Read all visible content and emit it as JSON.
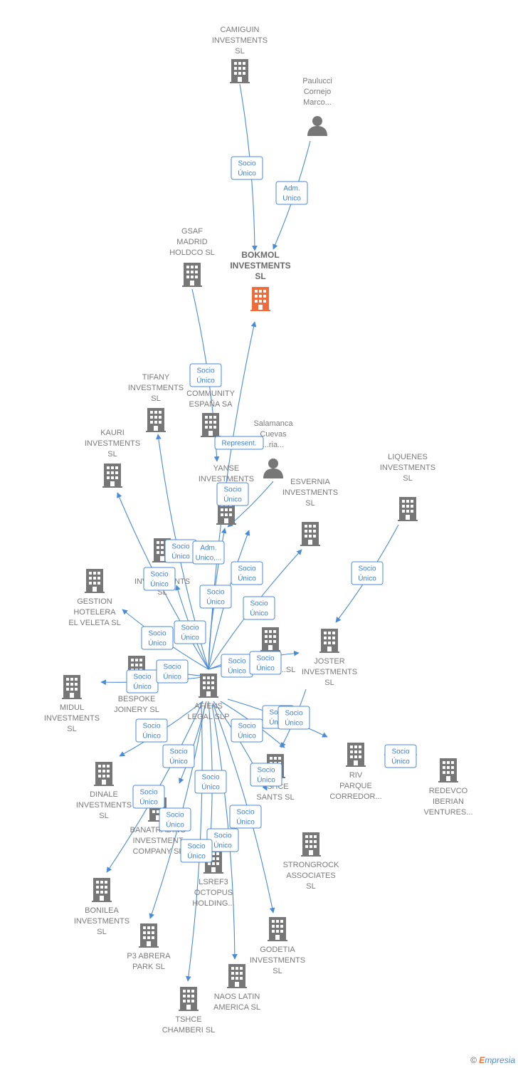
{
  "colors": {
    "edge": "#4a8ad8",
    "building": "#777777",
    "focus": "#f26b3a",
    "person": "#777777"
  },
  "nodes": [
    {
      "id": "camiguin",
      "type": "company",
      "label": [
        "CAMIGUIN",
        "INVESTMENTS",
        "SL"
      ]
    },
    {
      "id": "paulucci",
      "type": "person",
      "label": [
        "Paulucci",
        "Cornejo",
        "Marco..."
      ]
    },
    {
      "id": "gsaf",
      "type": "company",
      "label": [
        "GSAF",
        "MADRID",
        "HOLDCO  SL"
      ]
    },
    {
      "id": "bokmol",
      "type": "focus",
      "label": [
        "BOKMOL",
        "INVESTMENTS",
        "SL"
      ]
    },
    {
      "id": "tifany",
      "type": "company",
      "label": [
        "TIFANY",
        "INVESTMENTS",
        "SL"
      ]
    },
    {
      "id": "community",
      "type": "company",
      "label": [
        "...TE",
        "COMMUNITY",
        "ESPAÑA SA"
      ]
    },
    {
      "id": "salamanca",
      "type": "person",
      "label": [
        "Salamanca",
        "Cuevas",
        "...ria..."
      ]
    },
    {
      "id": "kauri",
      "type": "company",
      "label": [
        "KAURI",
        "INVESTMENTS",
        "SL"
      ]
    },
    {
      "id": "yanse",
      "type": "company",
      "label": [
        "YANSE",
        "INVESTMENTS"
      ]
    },
    {
      "id": "liquenes",
      "type": "company",
      "label": [
        "LIQUENES",
        "INVESTMENTS",
        "SL"
      ]
    },
    {
      "id": "esvernia",
      "type": "company",
      "label": [
        "ESVERNIA",
        "INVESTMENTS",
        "SL"
      ]
    },
    {
      "id": "yinvest",
      "type": "company",
      "label": [
        "...Y",
        "INVESTMENTS",
        "SL"
      ]
    },
    {
      "id": "gestion",
      "type": "company",
      "label": [
        "GESTION",
        "HOTELERA",
        "EL VELETA  SL"
      ]
    },
    {
      "id": "joster",
      "type": "company",
      "label": [
        "JOSTER",
        "INVESTMENTS",
        "SL"
      ]
    },
    {
      "id": "midsl",
      "type": "company",
      "label": [
        "...SL"
      ]
    },
    {
      "id": "maker",
      "type": "company",
      "label": [
        "MA...",
        "BESPOKE",
        "JOINERY  SL"
      ]
    },
    {
      "id": "midul",
      "type": "company",
      "label": [
        "MIDUL",
        "INVESTMENTS",
        "SL"
      ]
    },
    {
      "id": "afiens",
      "type": "company",
      "label": [
        "AFIENS",
        "LEGAL  SLP"
      ]
    },
    {
      "id": "riv",
      "type": "company",
      "label": [
        "RIV",
        "PARQUE",
        "CORREDOR..."
      ]
    },
    {
      "id": "redevco",
      "type": "company",
      "label": [
        "REDEVCO",
        "IBERIAN",
        "VENTURES..."
      ]
    },
    {
      "id": "dinale",
      "type": "company",
      "label": [
        "DINALE",
        "INVESTMENTS",
        "SL"
      ]
    },
    {
      "id": "tshcesants",
      "type": "company",
      "label": [
        "TSHCE",
        "SANTS  SL"
      ]
    },
    {
      "id": "banatrading",
      "type": "company",
      "label": [
        "BANATRADING",
        "INVESTMENT",
        "COMPANY  SL"
      ]
    },
    {
      "id": "strongrock",
      "type": "company",
      "label": [
        "STRONGROCK",
        "ASSOCIATES",
        "SL"
      ]
    },
    {
      "id": "lsref3",
      "type": "company",
      "label": [
        "LSREF3",
        "OCTOPUS",
        "HOLDING..."
      ]
    },
    {
      "id": "bonilea",
      "type": "company",
      "label": [
        "BONILEA",
        "INVESTMENTS",
        "SL"
      ]
    },
    {
      "id": "p3abrera",
      "type": "company",
      "label": [
        "P3 ABRERA",
        "PARK  SL"
      ]
    },
    {
      "id": "godetia",
      "type": "company",
      "label": [
        "GODETIA",
        "INVESTMENTS",
        "SL"
      ]
    },
    {
      "id": "naos",
      "type": "company",
      "label": [
        "NAOS LATIN",
        "AMERICA  SL"
      ]
    },
    {
      "id": "tshcechamberi",
      "type": "company",
      "label": [
        "TSHCE",
        "CHAMBERI  SL"
      ]
    }
  ],
  "edge_labels": [
    [
      "Socio",
      "Único"
    ],
    [
      "Adm.",
      "Unico"
    ],
    [
      "Socio",
      "Único"
    ],
    [
      "Represent."
    ],
    [
      "Socio",
      "Único"
    ],
    [
      "Socio",
      "Único"
    ],
    [
      "Adm.",
      "Unico,..."
    ],
    [
      "Socio",
      "Único"
    ],
    [
      "Socio",
      "Único"
    ],
    [
      "Socio",
      "Único"
    ],
    [
      "Socio",
      "Único"
    ],
    [
      "Socio",
      "Único"
    ],
    [
      "Socio",
      "Único"
    ],
    [
      "Socio",
      "Único"
    ],
    [
      "Socio",
      "Único"
    ],
    [
      "Socio",
      "Único"
    ],
    [
      "Socio",
      "Único"
    ],
    [
      "Socio",
      "Único"
    ],
    [
      "Socio",
      "Único"
    ],
    [
      "Socio",
      "Único"
    ],
    [
      "Socio",
      "Único"
    ],
    [
      "Socio",
      "Único"
    ],
    [
      "Socio",
      "Único"
    ],
    [
      "Socio",
      "Único"
    ],
    [
      "Socio",
      "Único"
    ],
    [
      "Socio",
      "Único"
    ],
    [
      "Socio",
      "Único"
    ],
    [
      "Socio",
      "Único"
    ],
    [
      "Socio",
      "Único"
    ],
    [
      "Socio",
      "Único"
    ],
    [
      "Socio",
      "Único"
    ]
  ],
  "footer": {
    "copyright": "©",
    "brand_first": "E",
    "brand_rest": "mpresia"
  }
}
